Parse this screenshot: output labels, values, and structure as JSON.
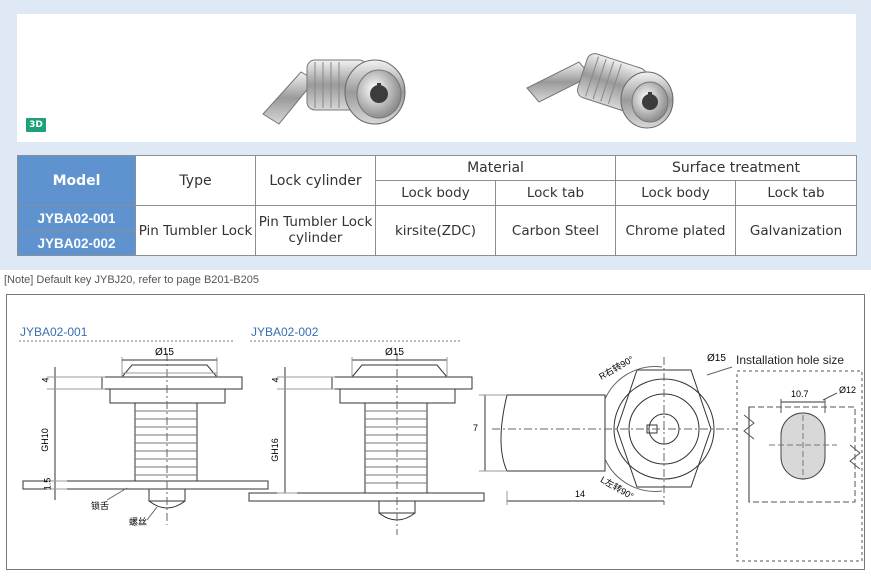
{
  "badge": "3D",
  "table": {
    "headers": {
      "model": "Model",
      "type": "Type",
      "lock_cylinder": "Lock cylinder",
      "material": "Material",
      "surface_treatment": "Surface treatment",
      "lock_body": "Lock body",
      "lock_tab": "Lock tab"
    },
    "rows": [
      {
        "model": "JYBA02-001"
      },
      {
        "model": "JYBA02-002"
      }
    ],
    "shared": {
      "type": "Pin Tumbler Lock",
      "lock_cylinder": "Pin  Tumbler  Lock cylinder",
      "material_body": "kirsite(ZDC)",
      "material_tab": "Carbon Steel",
      "surface_body": "Chrome plated",
      "surface_tab": "Galvanization"
    }
  },
  "note": "[Note] Default key JYBJ20, refer to page B201-B205",
  "drawings": {
    "left_title": "JYBA02-001",
    "mid_title": "JYBA02-002",
    "install_title": "Installation hole size",
    "dia15": "Ø15",
    "dim4": "4",
    "gh10": "GH10",
    "gh16": "GH16",
    "dim15": "1.5",
    "lock_tab_cn": "锁舌",
    "screw_cn": "螺丝",
    "dim7": "7",
    "dim14": "14",
    "r_right": "R右转90°",
    "l_left": "L左转90°",
    "dia12": "Ø12",
    "dim107": "10.7"
  }
}
